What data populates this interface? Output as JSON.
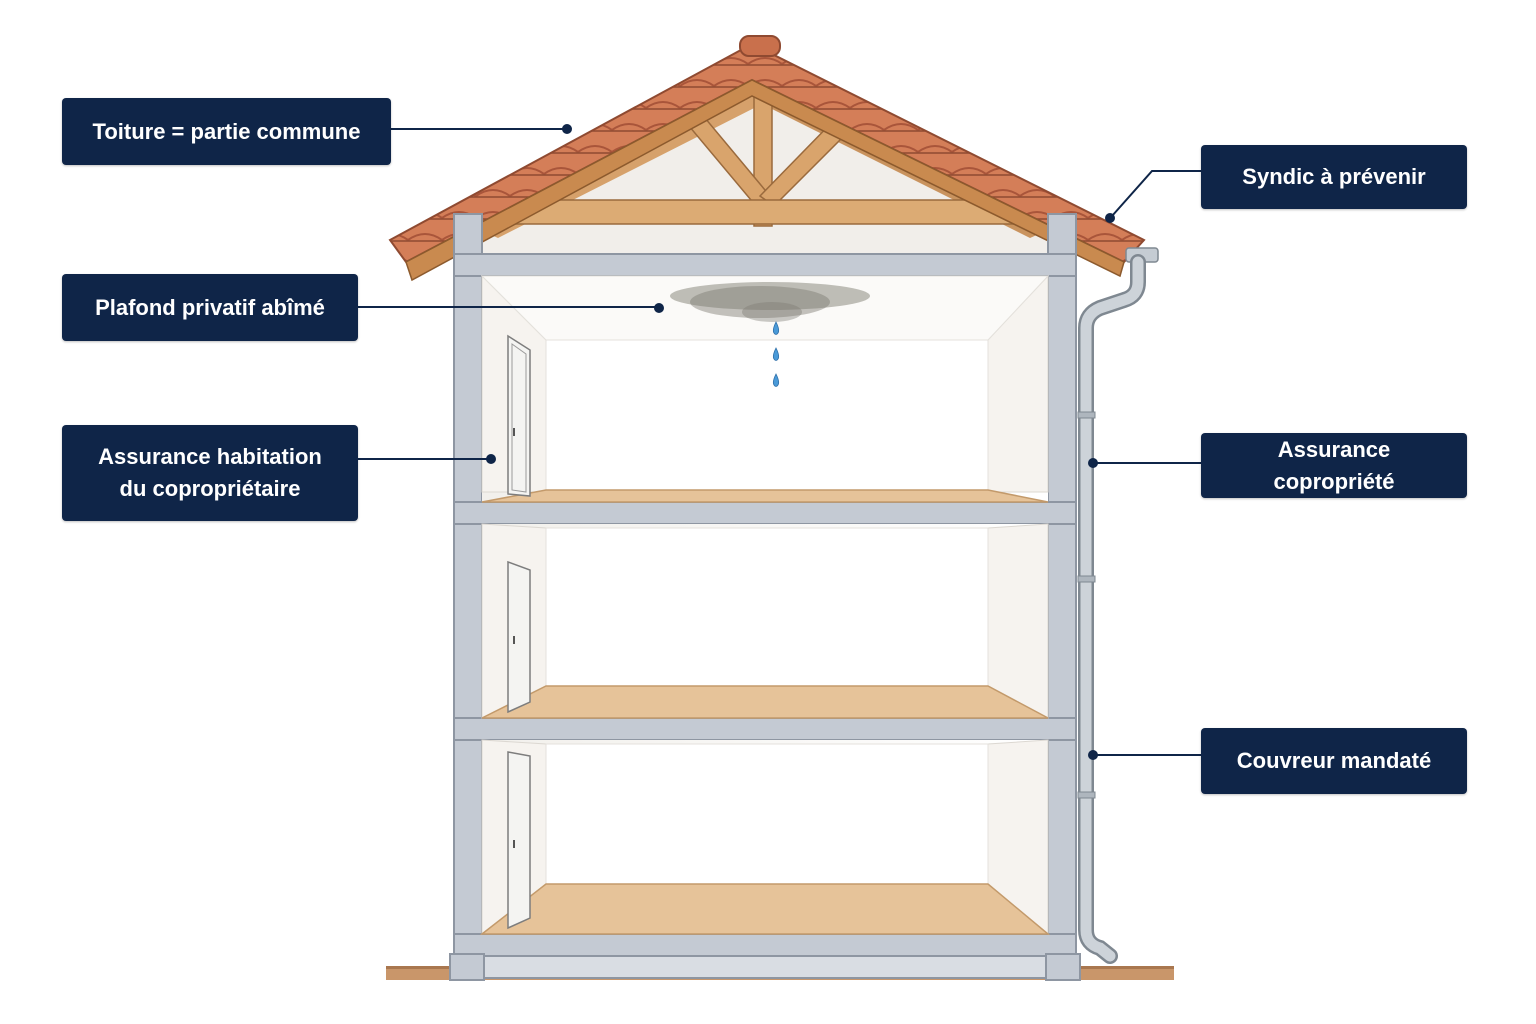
{
  "labels": {
    "toiture": "Toiture = partie commune",
    "plafond": "Plafond privatif abîmé",
    "assurance_habitation": [
      "Assurance habitation",
      "du copropriétaire"
    ],
    "syndic": "Syndic à prévenir",
    "assurance_copropriete": "Assurance copropriété",
    "couvreur": "Couvreur mandaté"
  },
  "colors": {
    "label_bg": "#0f2548",
    "label_text": "#ffffff",
    "roof_tile": "#d07a56",
    "timber": "#d9a46c",
    "concrete": "#c4cad3",
    "floor_wood": "#e6c399",
    "water_stain": "#8c8a80",
    "water_drop": "#4a9ad8",
    "gutter": "#b8bfc7"
  },
  "icons": {
    "door": "door-icon",
    "water_drop": "water-drop-icon",
    "downpipe": "downpipe-icon"
  }
}
